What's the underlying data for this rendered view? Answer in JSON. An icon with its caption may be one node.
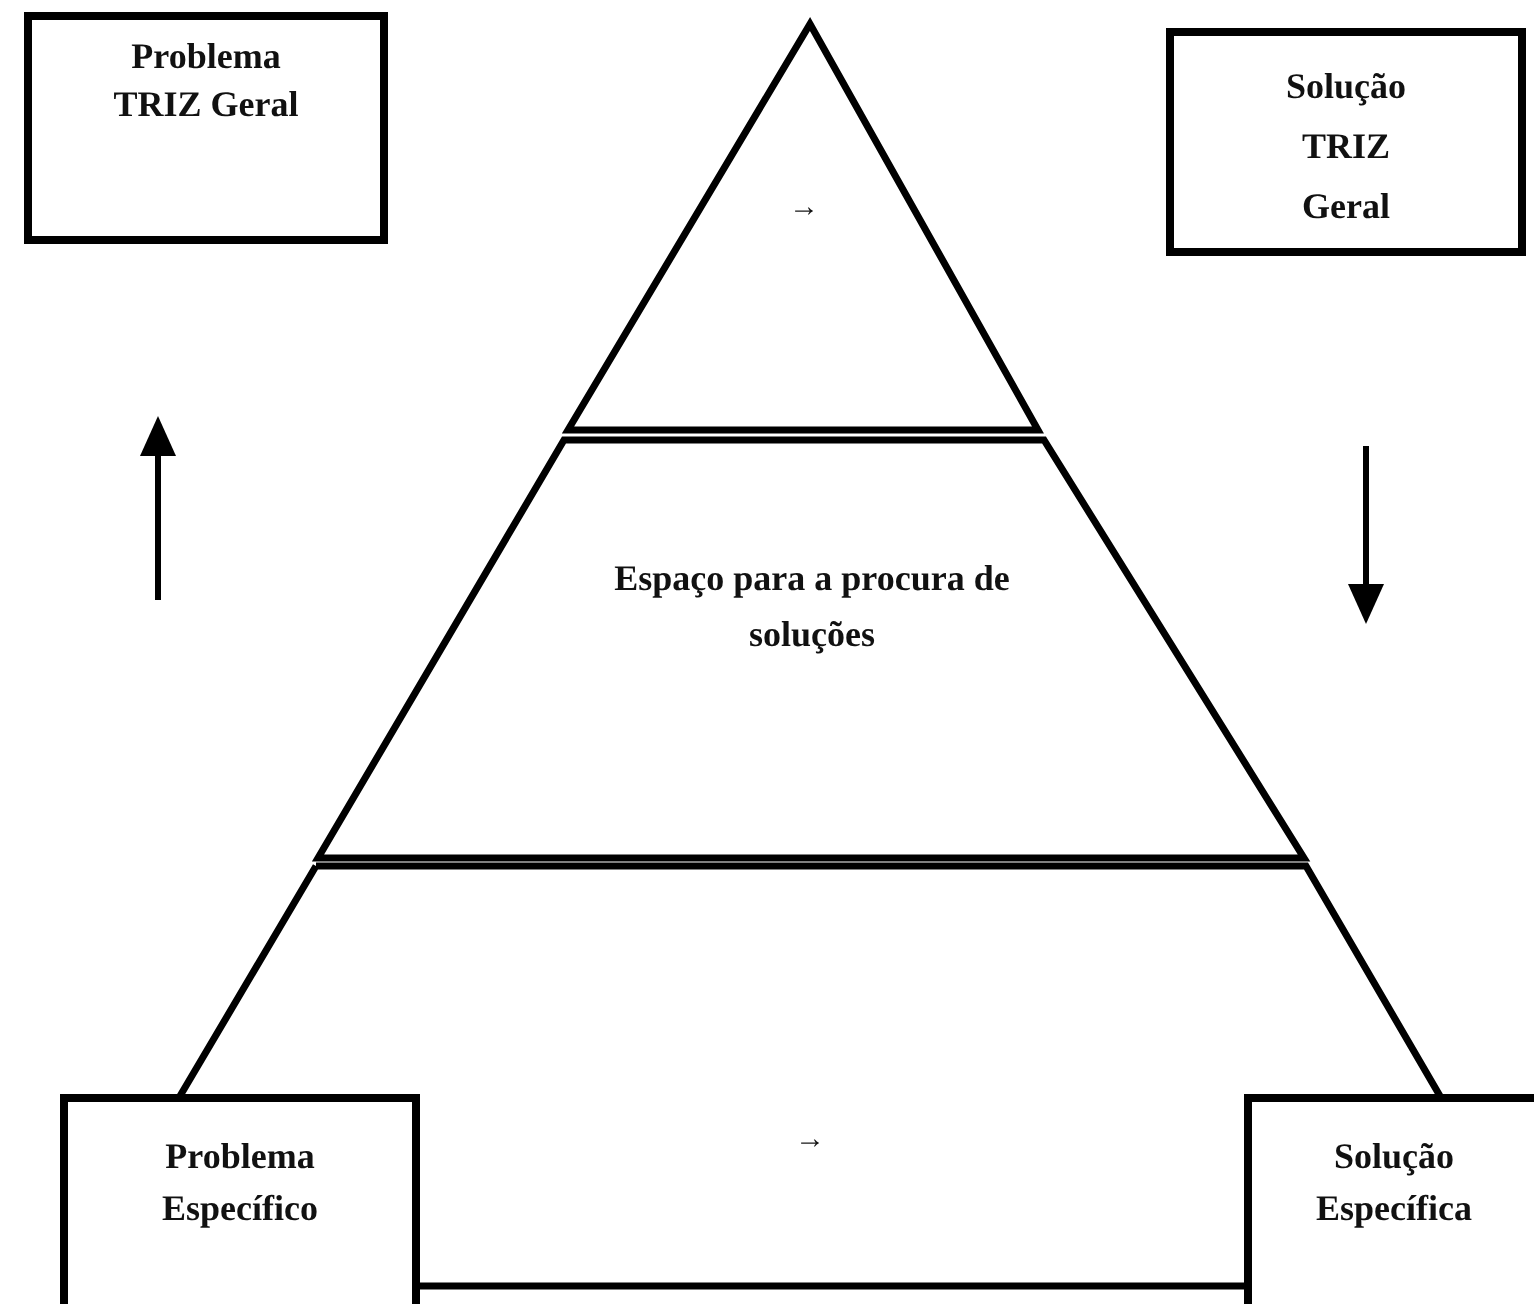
{
  "diagram": {
    "nodes": [
      {
        "text": [
          "Problema TRIZ Geral"
        ]
      },
      {
        "text": [
          "Solução TRIZ Geral"
        ]
      },
      {
        "text": [
          "→"
        ]
      },
      {
        "text": [
          "Espaço para a procura de soluções"
        ]
      },
      {
        "text": [
          "→"
        ]
      },
      {
        "text": [
          "Problema Específico"
        ]
      },
      {
        "text": [
          "Solução Específica"
        ]
      }
    ]
  }
}
